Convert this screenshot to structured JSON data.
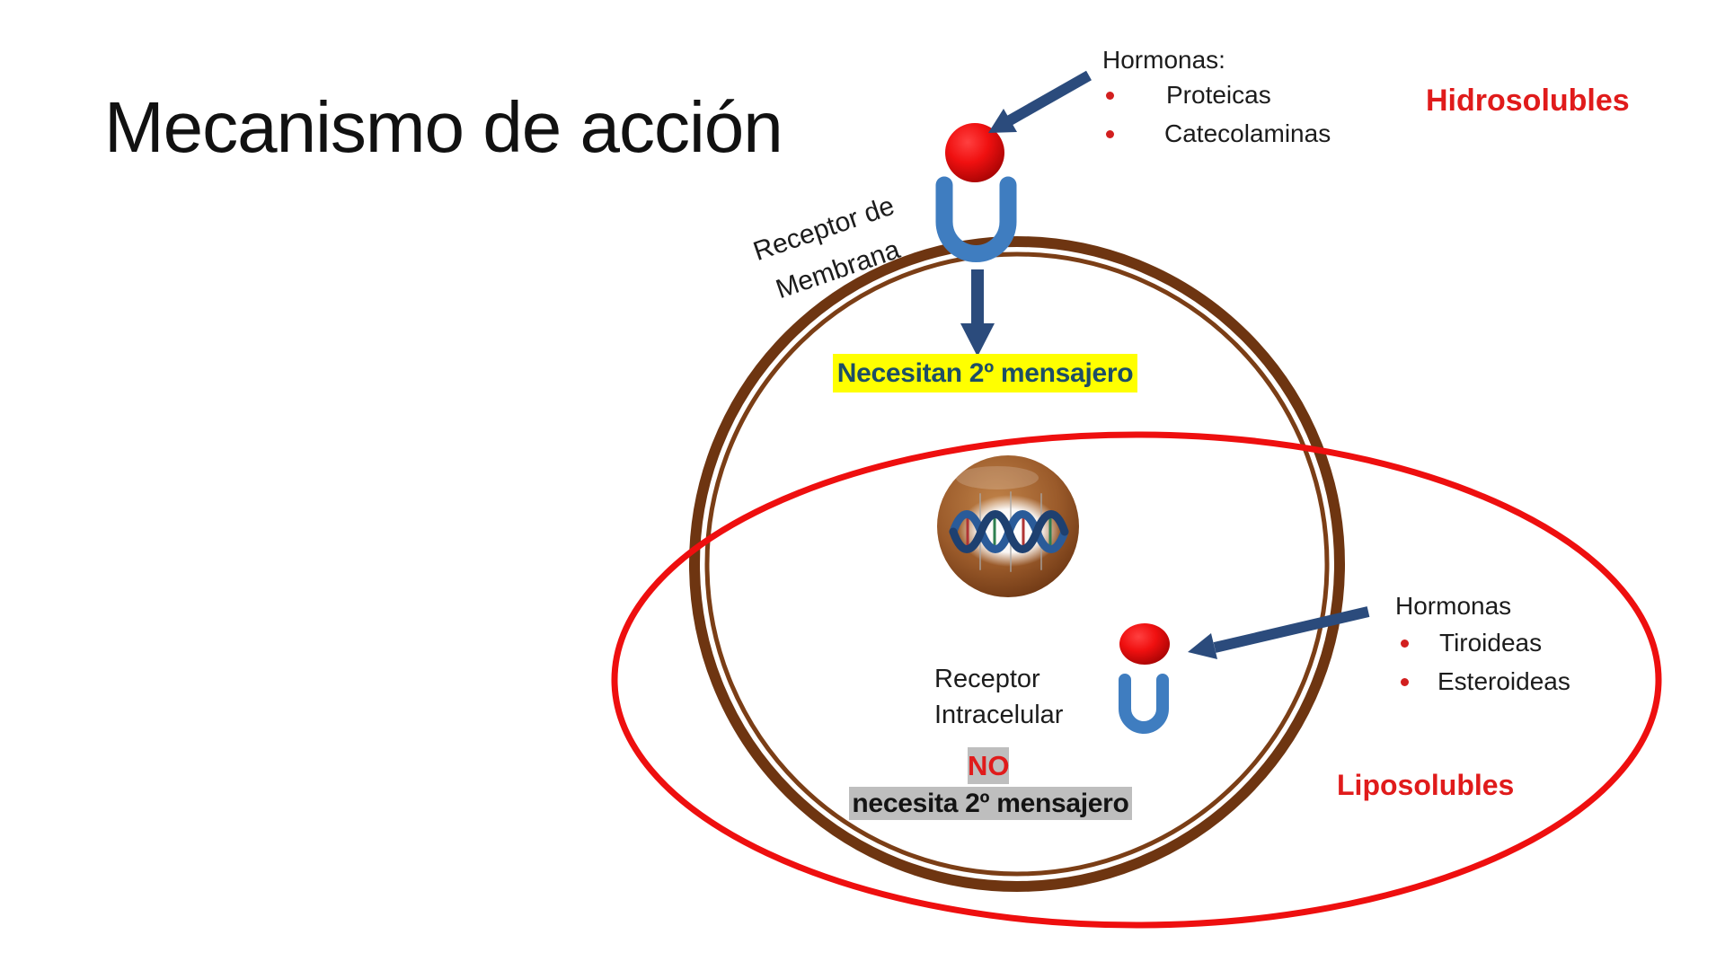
{
  "slide": {
    "title": "Mecanismo de acción",
    "hydrosoluble": {
      "hormones_heading": "Hormonas:",
      "hormone_types": [
        "Proteicas",
        "Catecolaminas"
      ],
      "solubility_label": "Hidrosolubles",
      "receptor_line1": "Receptor de",
      "receptor_line2": "Membrana",
      "messenger_note": "Necesitan 2º mensajero"
    },
    "liposoluble": {
      "hormones_heading": "Hormonas",
      "hormone_types": [
        "Tiroideas",
        "Esteroideas"
      ],
      "solubility_label": "Liposolubles",
      "receptor_line1": "Receptor",
      "receptor_line2": "Intracelular",
      "messenger_note_no": "NO",
      "messenger_note_rest": "necesita 2º mensajero"
    },
    "icons": {
      "hormone_sphere": "red-sphere",
      "receptor": "blue-u-shape",
      "arrows": "navy-solid-arrow",
      "cell_membrane": "double-brown-ring",
      "nucleus": "brown-sphere-with-dna-helix",
      "liposolubles_region": "red-ellipse-outline"
    },
    "colors": {
      "accent_red_text": "#e01b1b",
      "shape_red": "#ee0f0f",
      "arrow_navy": "#2b4b7c",
      "receptor_blue": "#3f7dc0",
      "membrane_brown": "#6e3511",
      "highlight_yellow": "#ffff00",
      "highlight_gray": "#bebebe",
      "note_teal": "#1d4e66"
    }
  }
}
